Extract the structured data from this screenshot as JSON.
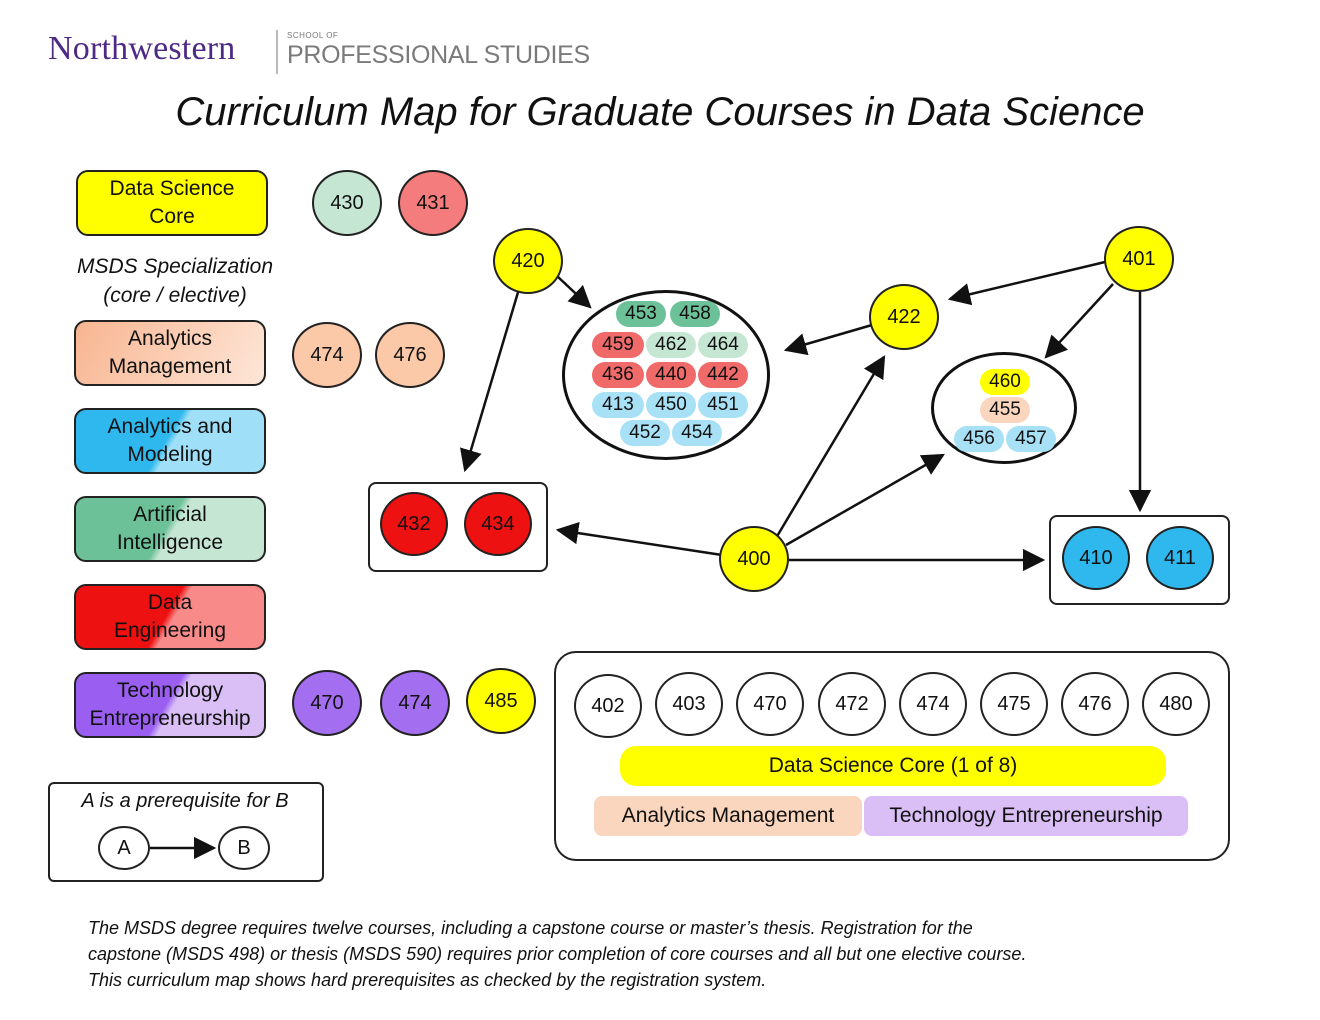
{
  "header": {
    "brand": "Northwestern",
    "school_small": "SCHOOL OF",
    "school_large": "PROFESSIONAL STUDIES",
    "title": "Curriculum Map for Graduate Courses in Data Science"
  },
  "colors": {
    "core": "#ffff00",
    "analytics_management": "#fbd6bf",
    "analytics_modeling": "#4cc5f0",
    "analytics_modeling_light": "#a8e1f6",
    "ai": "#6cc199",
    "ai_light": "#c6e6d4",
    "data_engineering": "#ee1111",
    "data_engineering_light": "#f88a8a",
    "tech_entrepreneurship": "#a46ef0",
    "tech_entrepreneurship_light": "#d9bff5"
  },
  "legend": {
    "core": "Data Science\nCore",
    "specialization_label": "MSDS Specialization\n(core / elective)",
    "analytics_management": "Analytics\nManagement",
    "analytics_modeling": "Analytics and\nModeling",
    "ai": "Artificial\nIntelligence",
    "data_engineering": "Data\nEngineering",
    "tech_entrepreneurship": "Technology\nEntrepreneurship",
    "core_courses": [
      "430",
      "431"
    ],
    "analytics_management_courses": [
      "474",
      "476"
    ],
    "tech_entrepreneurship_courses": [
      "470",
      "474",
      "485"
    ]
  },
  "diagram": {
    "n420": "420",
    "n422": "422",
    "n401": "401",
    "n400": "400",
    "cluster_main": {
      "row1": [
        "453",
        "458"
      ],
      "row2": [
        "459",
        "462",
        "464"
      ],
      "row3": [
        "436",
        "440",
        "442"
      ],
      "row4": [
        "413",
        "450",
        "451"
      ],
      "row5": [
        "452",
        "454"
      ]
    },
    "cluster_small": {
      "row1": [
        "460"
      ],
      "row2": [
        "455"
      ],
      "row3": [
        "456",
        "457"
      ]
    },
    "box_de": [
      "432",
      "434"
    ],
    "box_am": [
      "410",
      "411"
    ]
  },
  "capstone": {
    "courses": [
      "402",
      "403",
      "470",
      "472",
      "474",
      "475",
      "476",
      "480"
    ],
    "core_bar": "Data Science Core (1 of 8)",
    "am_bar": "Analytics Management",
    "te_bar": "Technology Entrepreneurship"
  },
  "prereq_legend": {
    "label": "A is a prerequisite for B",
    "a": "A",
    "b": "B"
  },
  "footnote": [
    "The MSDS degree requires twelve courses, including a capstone course or master’s thesis. Registration for the",
    "capstone (MSDS 498) or thesis (MSDS 590) requires prior completion of core courses and all but one elective course.",
    "This curriculum map shows hard prerequisites as checked by the registration system."
  ]
}
